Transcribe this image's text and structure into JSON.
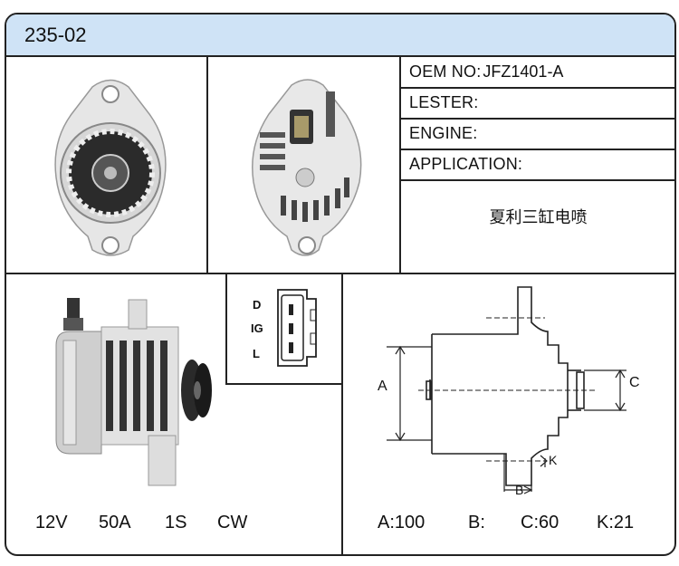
{
  "header": {
    "title": "235-02"
  },
  "info": {
    "oem_label": "OEM NO:",
    "oem_value": "JFZ1401-A",
    "lester_label": "LESTER:",
    "lester_value": "",
    "engine_label": "ENGINE:",
    "engine_value": "",
    "application_label": "APPLICATION:",
    "application_value": "夏利三缸电喷"
  },
  "connector": {
    "pins": [
      "D",
      "IG",
      "L"
    ]
  },
  "specs": {
    "voltage": "12V",
    "current": "50A",
    "pulley": "1S",
    "rotation": "CW"
  },
  "diagram": {
    "label_a": "A",
    "label_b": "B",
    "label_c": "C",
    "label_k": "K"
  },
  "dimensions": {
    "a": "A:100",
    "b": "B:",
    "c": "C:60",
    "k": "K:21"
  }
}
